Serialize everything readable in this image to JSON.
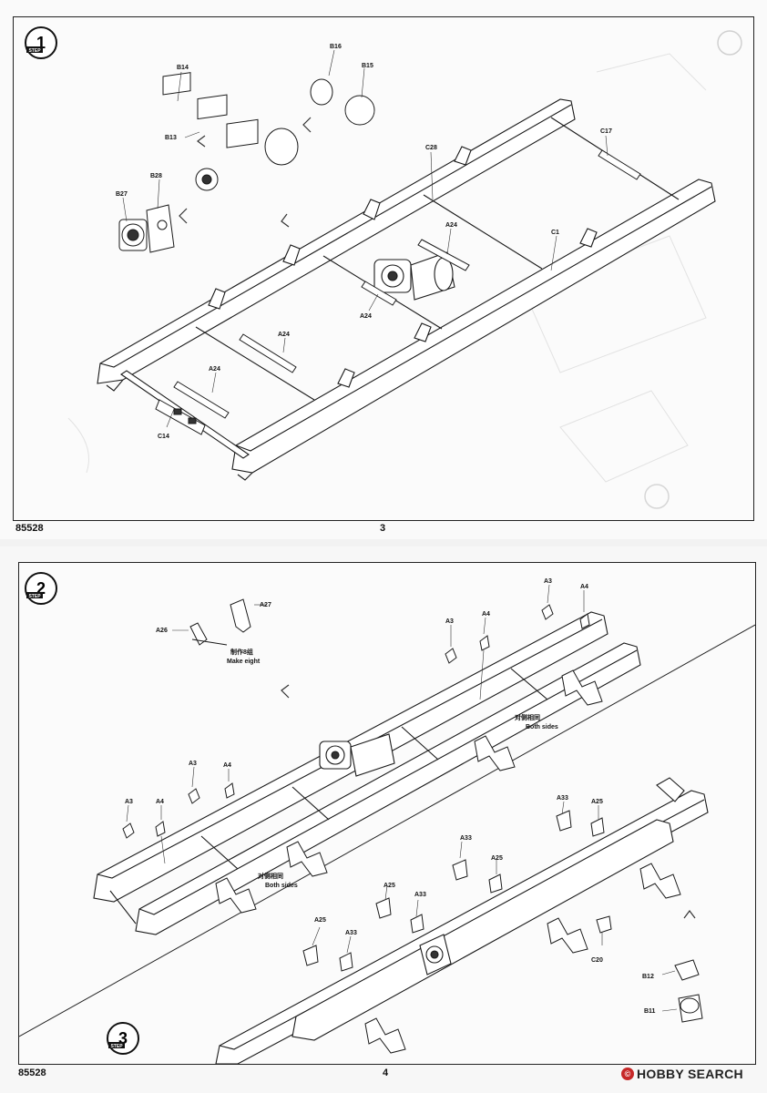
{
  "pages": [
    {
      "number": "3",
      "catalog": "85528",
      "step": {
        "number": "1",
        "word": "STEP"
      },
      "parts": [
        "B16",
        "B15",
        "B14",
        "B13",
        "B28",
        "B27",
        "C28",
        "C17",
        "A24",
        "A24",
        "A24",
        "A24",
        "C1",
        "C14"
      ]
    },
    {
      "number": "4",
      "catalog": "85528",
      "step": {
        "number": "2",
        "word": "STEP"
      },
      "step_next": {
        "number": "3",
        "word": "STEP"
      },
      "parts_step2": [
        "A27",
        "A26",
        "A3",
        "A4",
        "A3",
        "A4",
        "A3",
        "A4",
        "A3",
        "A4"
      ],
      "note_make": {
        "cn": "制作8组",
        "en": "Make eight"
      },
      "note_both_1": {
        "cn": "对侧相同",
        "en": "Both sides"
      },
      "note_both_2": {
        "cn": "对侧相同",
        "en": "Both sides"
      },
      "parts_step3": [
        "A33",
        "A25",
        "A33",
        "A25",
        "A25",
        "A33",
        "A25",
        "A33",
        "C20",
        "B12",
        "B11"
      ]
    }
  ],
  "watermark": {
    "text": "HOBBY SEARCH",
    "mark": "©"
  },
  "colors": {
    "line": "#1a1a1a",
    "paper": "#fbfbfb",
    "watermark": "#c62828"
  }
}
